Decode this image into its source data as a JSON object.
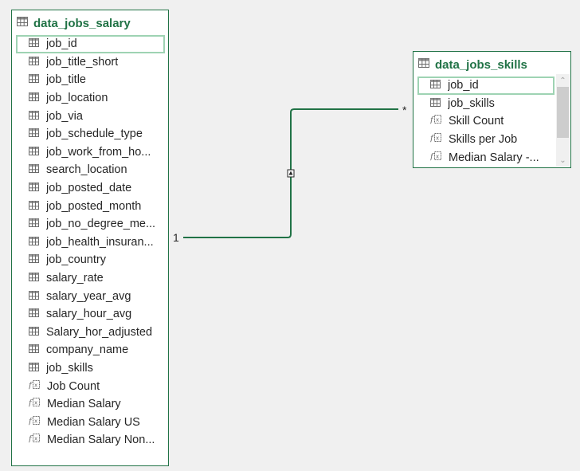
{
  "tables": {
    "salary": {
      "title": "data_jobs_salary",
      "fields": [
        {
          "label": "job_id",
          "kind": "column",
          "selected": true
        },
        {
          "label": "job_title_short",
          "kind": "column"
        },
        {
          "label": "job_title",
          "kind": "column"
        },
        {
          "label": "job_location",
          "kind": "column"
        },
        {
          "label": "job_via",
          "kind": "column"
        },
        {
          "label": "job_schedule_type",
          "kind": "column"
        },
        {
          "label": "job_work_from_ho...",
          "kind": "column"
        },
        {
          "label": "search_location",
          "kind": "column"
        },
        {
          "label": "job_posted_date",
          "kind": "column"
        },
        {
          "label": "job_posted_month",
          "kind": "column"
        },
        {
          "label": "job_no_degree_me...",
          "kind": "column"
        },
        {
          "label": "job_health_insuran...",
          "kind": "column"
        },
        {
          "label": "job_country",
          "kind": "column"
        },
        {
          "label": "salary_rate",
          "kind": "column"
        },
        {
          "label": "salary_year_avg",
          "kind": "column"
        },
        {
          "label": "salary_hour_avg",
          "kind": "column"
        },
        {
          "label": "Salary_hor_adjusted",
          "kind": "column"
        },
        {
          "label": "company_name",
          "kind": "column"
        },
        {
          "label": "job_skills",
          "kind": "column"
        },
        {
          "label": "Job Count",
          "kind": "measure"
        },
        {
          "label": "Median Salary",
          "kind": "measure"
        },
        {
          "label": "Median Salary US",
          "kind": "measure"
        },
        {
          "label": "Median Salary Non...",
          "kind": "measure"
        }
      ]
    },
    "skills": {
      "title": "data_jobs_skills",
      "fields": [
        {
          "label": "job_id",
          "kind": "column",
          "selected": true
        },
        {
          "label": "job_skills",
          "kind": "column"
        },
        {
          "label": "Skill Count",
          "kind": "measure"
        },
        {
          "label": "Skills per Job",
          "kind": "measure"
        },
        {
          "label": "Median Salary -...",
          "kind": "measure"
        }
      ]
    }
  },
  "relationship": {
    "from_cardinality": "1",
    "to_cardinality": "*"
  },
  "colors": {
    "accent": "#217346",
    "selection": "#9ed3b3",
    "text": "#262626",
    "icon": "#6b6b6b"
  }
}
